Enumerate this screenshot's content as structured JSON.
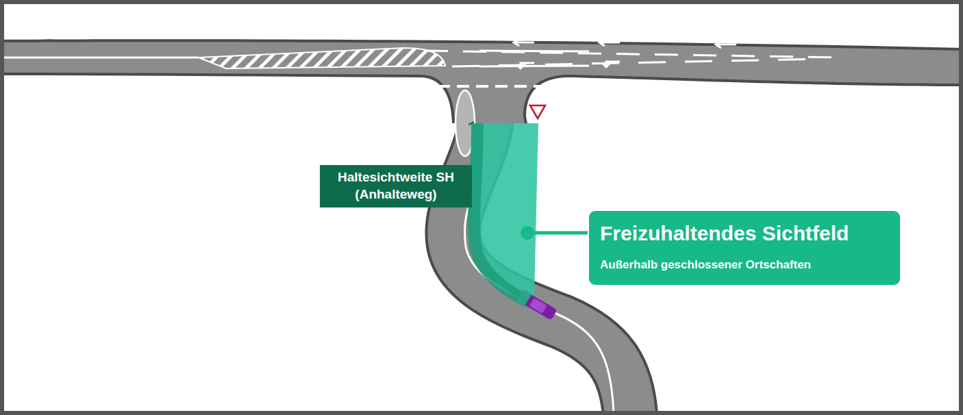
{
  "diagram": {
    "nodes": [
      {
        "text": [
          "Haltesichtweite SH (Anhalteweg)"
        ]
      },
      {
        "text": [
          "Freizuhaltendes Sichtfeld",
          "Außerhalb geschlossener Ortschaften"
        ]
      }
    ]
  }
}
